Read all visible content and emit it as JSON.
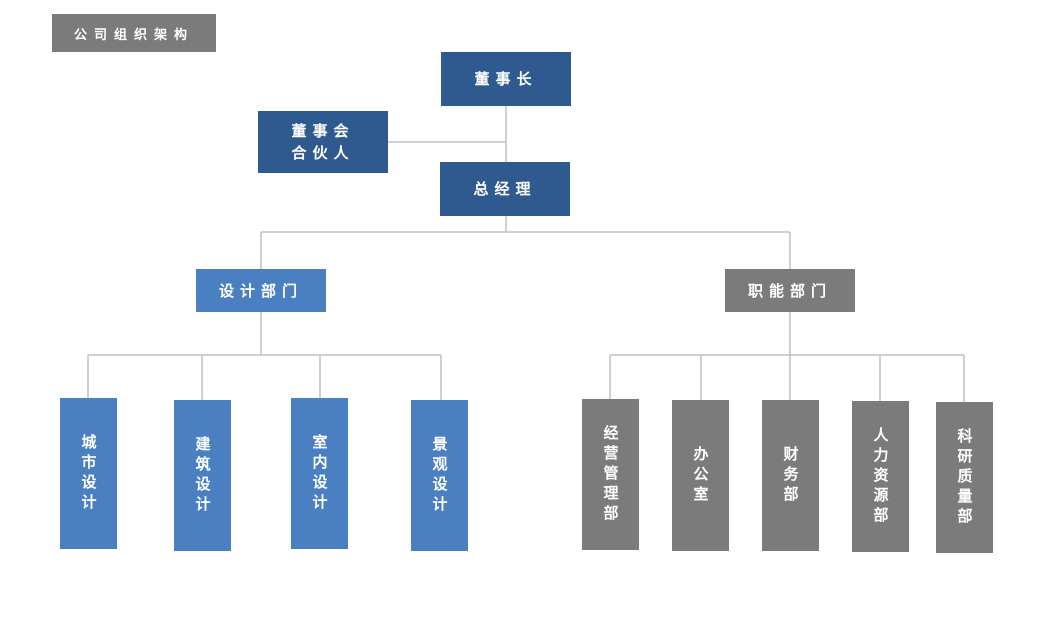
{
  "tag": "公司组织架构",
  "colors": {
    "top": "#2f5a8f",
    "design": "#4a7fc1",
    "functional": "#7b7b7b",
    "connector": "#c0c0c0"
  },
  "nodes": {
    "chairman": "董事长",
    "board": "董事会\n合伙人",
    "gm": "总经理",
    "design_dept": "设计部门",
    "functional_dept": "职能部门",
    "design_children": [
      "城市设计",
      "建筑设计",
      "室内设计",
      "景观设计"
    ],
    "functional_children": [
      "经营管理部",
      "办公室",
      "财务部",
      "人力资源部",
      "科研质量部"
    ]
  }
}
